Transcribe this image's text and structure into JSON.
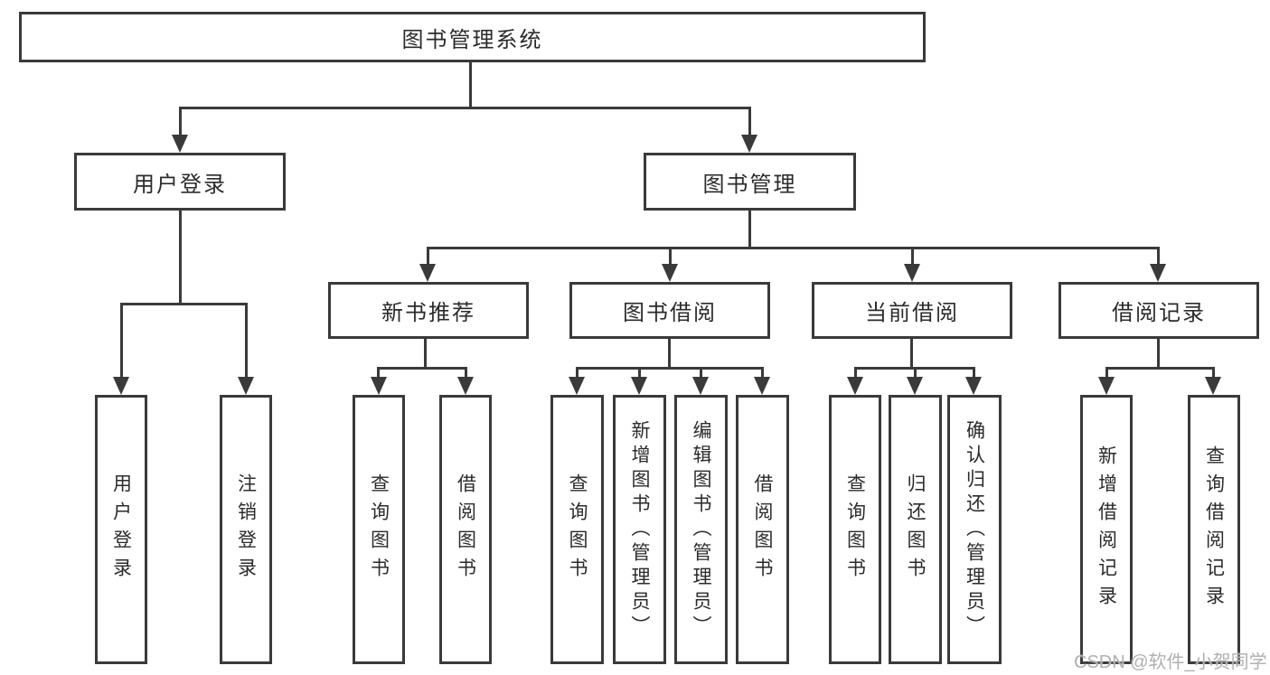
{
  "diagram": {
    "title": "图书管理系统",
    "branches": [
      {
        "label": "用户登录",
        "children": [
          {
            "label": "用户登录"
          },
          {
            "label": "注销登录"
          }
        ]
      },
      {
        "label": "图书管理",
        "children": [
          {
            "label": "新书推荐",
            "children": [
              {
                "label": "查询图书"
              },
              {
                "label": "借阅图书"
              }
            ]
          },
          {
            "label": "图书借阅",
            "children": [
              {
                "label": "查询图书"
              },
              {
                "label": "新增图书（管理员）"
              },
              {
                "label": "编辑图书（管理员）"
              },
              {
                "label": "借阅图书"
              }
            ]
          },
          {
            "label": "当前借阅",
            "children": [
              {
                "label": "查询图书"
              },
              {
                "label": "归还图书"
              },
              {
                "label": "确认归还（管理员）"
              }
            ]
          },
          {
            "label": "借阅记录",
            "children": [
              {
                "label": "新增借阅记录"
              },
              {
                "label": "查询借阅记录"
              }
            ]
          }
        ]
      }
    ]
  },
  "watermark": {
    "text": "CSDN @软件_小贺同学"
  },
  "colors": {
    "line": "#3a3a3a",
    "text": "#2b2b2b",
    "background": "#ffffff",
    "watermark": "#b0b0b0"
  }
}
